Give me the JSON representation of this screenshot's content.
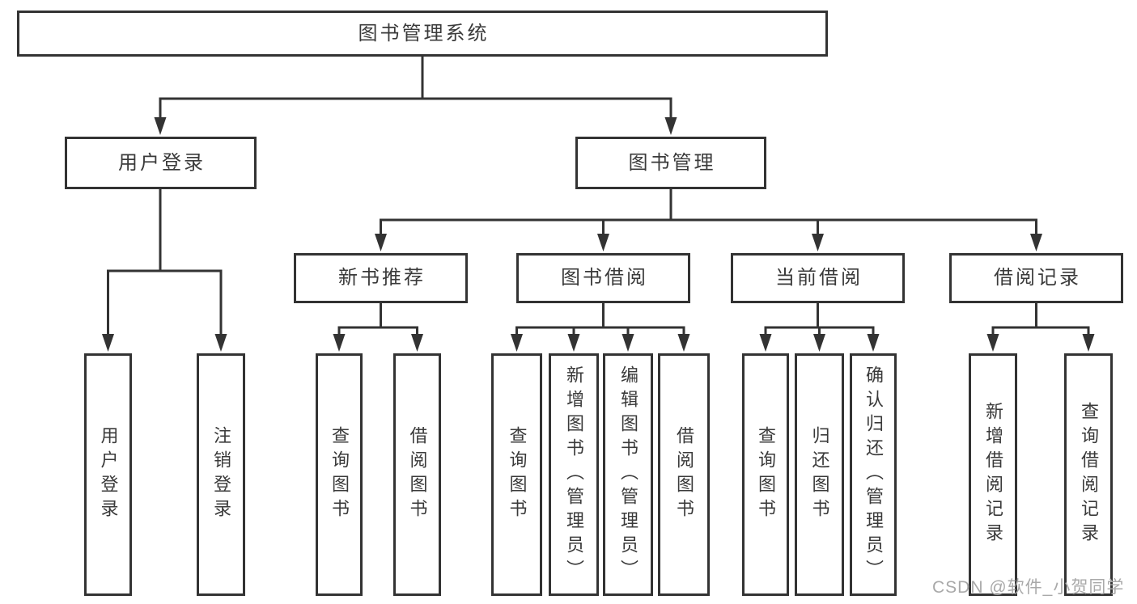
{
  "colors": {
    "line": "#333333",
    "text": "#3a3a3a",
    "watermark": "#a9a9a9",
    "background": "#ffffff"
  },
  "watermark": {
    "text": "CSDN @软件_小贺同学"
  },
  "tree": {
    "root": {
      "label": "图书管理系统"
    },
    "children": [
      {
        "label": "用户登录",
        "children": [
          {
            "label": "用户登录"
          },
          {
            "label": "注销登录"
          }
        ]
      },
      {
        "label": "图书管理",
        "children": [
          {
            "label": "新书推荐",
            "children": [
              {
                "label": "查询图书"
              },
              {
                "label": "借阅图书"
              }
            ]
          },
          {
            "label": "图书借阅",
            "children": [
              {
                "label": "查询图书"
              },
              {
                "label": "新增图书（管理员）"
              },
              {
                "label": "编辑图书（管理员）"
              },
              {
                "label": "借阅图书"
              }
            ]
          },
          {
            "label": "当前借阅",
            "children": [
              {
                "label": "查询图书"
              },
              {
                "label": "归还图书"
              },
              {
                "label": "确认归还（管理员）"
              }
            ]
          },
          {
            "label": "借阅记录",
            "children": [
              {
                "label": "新增借阅记录"
              },
              {
                "label": "查询借阅记录"
              }
            ]
          }
        ]
      }
    ]
  }
}
